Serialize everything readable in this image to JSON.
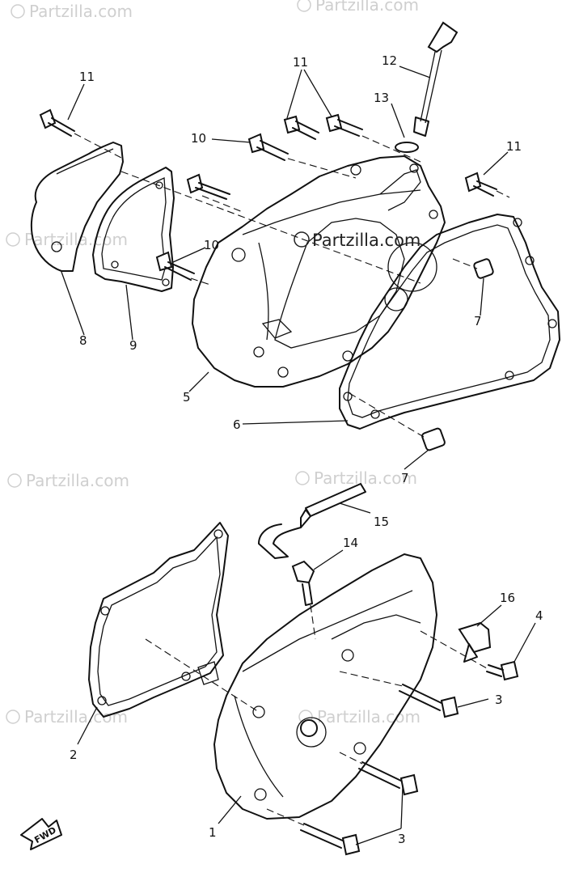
{
  "watermark": {
    "text": "Partzilla.com",
    "center_text": "Partzilla.com"
  },
  "callouts": {
    "c1": "1",
    "c2": "2",
    "c3a": "3",
    "c3b": "3",
    "c4": "4",
    "c5": "5",
    "c6": "6",
    "c7a": "7",
    "c7b": "7",
    "c8": "8",
    "c9": "9",
    "c10a": "10",
    "c10b": "10",
    "c11a": "11",
    "c11b": "11",
    "c11c": "11",
    "c12": "12",
    "c13": "13",
    "c14": "14",
    "c15": "15",
    "c16": "16"
  },
  "fwd_label": "FWD"
}
